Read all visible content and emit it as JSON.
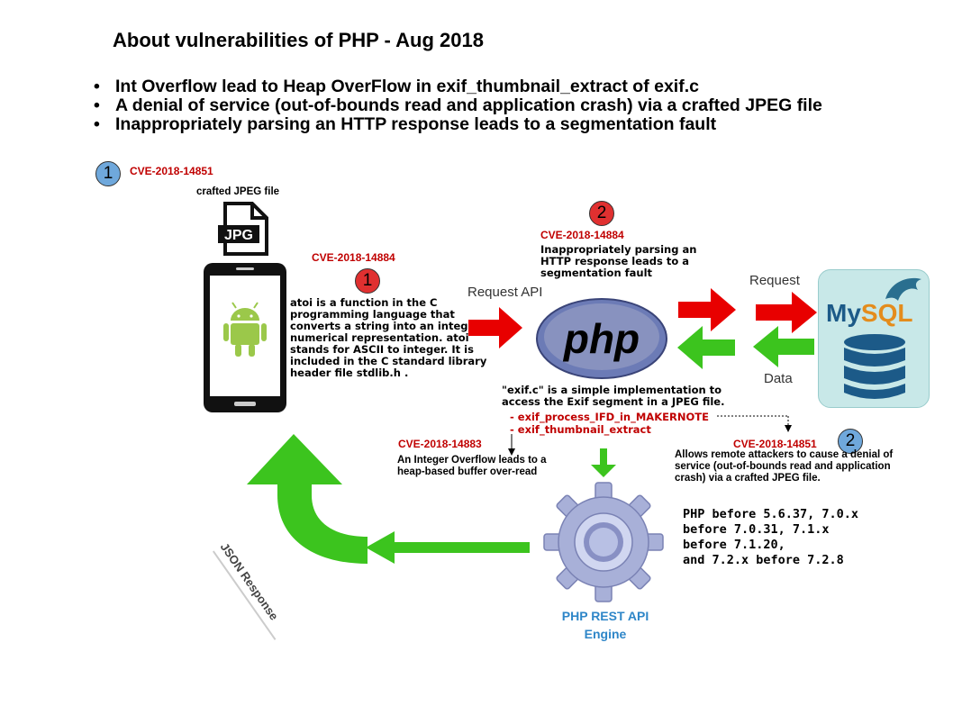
{
  "title": "About vulnerabilities of PHP - Aug 2018",
  "bullets": [
    "Int Overflow lead to Heap OverFlow in exif_thumbnail_extract of exif.c",
    "A denial of service (out-of-bounds read and application crash) via a crafted JPEG file",
    "Inappropriately parsing an HTTP response leads to a segmentation fault"
  ],
  "phone_section": {
    "badge_number": "1",
    "cve": "CVE-2018-14851",
    "file_label": "crafted JPEG file",
    "file_icon_text": "JPG"
  },
  "atoi_section": {
    "badge_number": "1",
    "cve": "CVE-2018-14884",
    "description": "atoi is a function in the C programming language that converts a string into an integer numerical representation. atoi stands for ASCII to integer. It is included in the C standard library header file stdlib.h ."
  },
  "http_section": {
    "badge_number": "2",
    "cve": "CVE-2018-14884",
    "description": "Inappropriately parsing an HTTP response leads to a segmentation fault"
  },
  "labels": {
    "request_api": "Request API",
    "request": "Request",
    "data": "Data",
    "json_response": "JSON Response",
    "php_logo": "php",
    "mysql_logo_my": "My",
    "mysql_logo_sql": "SQL"
  },
  "exif_section": {
    "description": "\"exif.c\" is a simple implementation to access the Exif segment in a JPEG file.",
    "func1": "- exif_process_IFD_in_MAKERNOTE",
    "func2": "- exif_thumbnail_extract"
  },
  "overflow_section": {
    "cve": "CVE-2018-14883",
    "description": "An Integer Overflow leads to a heap-based buffer over-read"
  },
  "dos_section": {
    "badge_number": "2",
    "cve": "CVE-2018-14851",
    "description": "Allows remote attackers to cause a denial of service (out-of-bounds read and application crash) via a crafted JPEG file.",
    "versions": [
      "PHP before 5.6.37, 7.0.x",
      "before 7.0.31, 7.1.x",
      "before 7.1.20,",
      "and 7.2.x before 7.2.8"
    ]
  },
  "engine": {
    "line1": "PHP REST API",
    "line2": "Engine"
  },
  "colors": {
    "red_arrow": "#e80000",
    "green_arrow": "#3cc41e",
    "cve_red": "#c00000",
    "engine_blue": "#2e86c8",
    "mysql_bg": "#c8e8e8",
    "db_blue": "#1c5a88"
  }
}
